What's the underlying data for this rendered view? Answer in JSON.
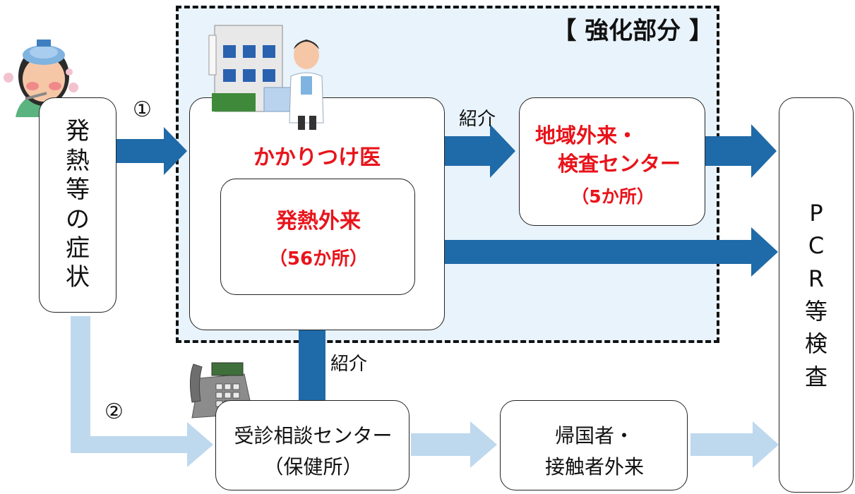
{
  "region": {
    "title": "【 強化部分 】"
  },
  "symptoms": {
    "label": "発熱等の症状",
    "chars": [
      "発",
      "熱",
      "等",
      "の",
      "症",
      "状"
    ]
  },
  "route1": {
    "label": "①"
  },
  "route2": {
    "label": "②"
  },
  "family_doctor": {
    "label": "かかりつけ医"
  },
  "fever_clinic": {
    "title": "発熱外来",
    "count": "（56か所）"
  },
  "regional": {
    "line1": "地域外来・",
    "line2": "検査センター",
    "count": "（5か所）"
  },
  "referral_label": "紹介",
  "consult_center": {
    "line1": "受診相談センター",
    "line2": "（保健所）"
  },
  "returnee": {
    "line1": "帰国者・",
    "line2": "接触者外来"
  },
  "pcr": {
    "label": "PCR等検査",
    "chars": [
      "P",
      "C",
      "R",
      "等",
      "検",
      "査"
    ]
  },
  "colors": {
    "dark_arrow": "#1f6aa8",
    "light_arrow": "#bed8ee",
    "accent_red": "#e8141b",
    "region_bg": "#e9f3fb"
  }
}
